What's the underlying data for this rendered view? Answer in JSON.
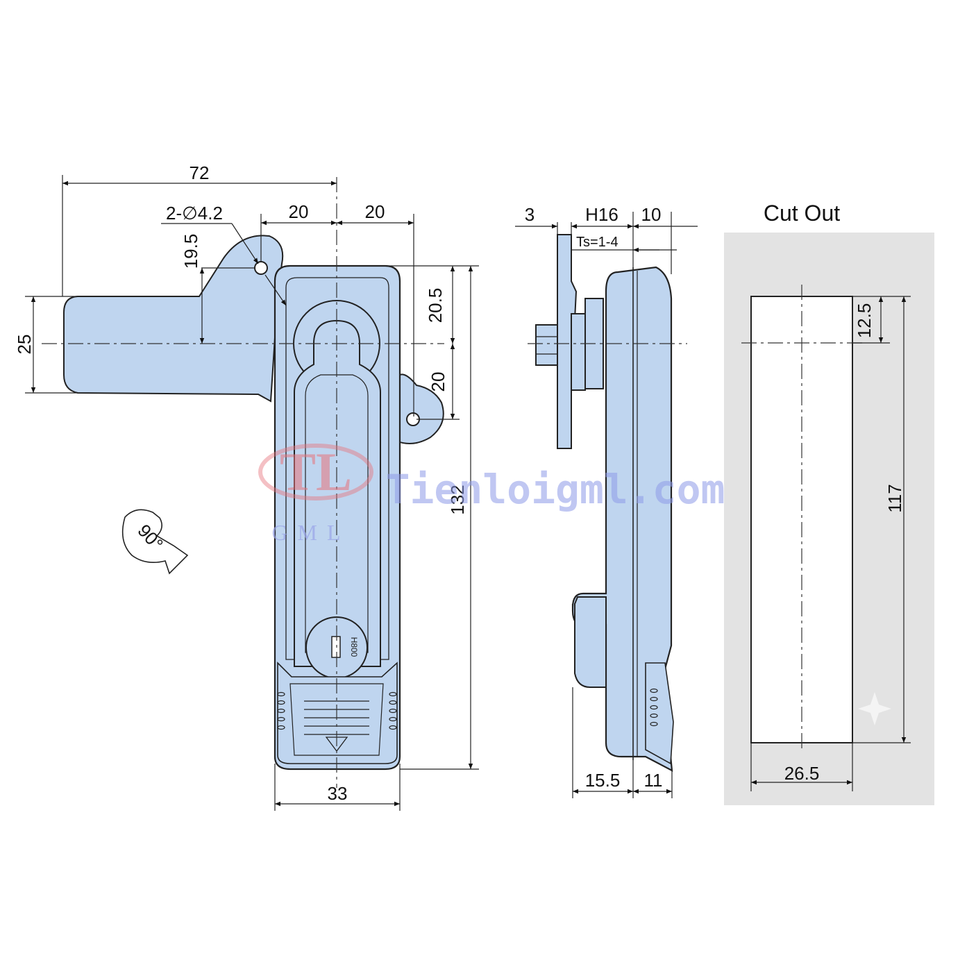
{
  "colors": {
    "part_fill": "#bfd5ef",
    "part_stroke": "#222222",
    "cutout_bg": "#e3e3e3",
    "cutout_hole": "#ffffff",
    "watermark_red": "#e7737c",
    "watermark_blue": "#8e9be8"
  },
  "front_view": {
    "dim_overall_width": "72",
    "dim_hole": "2-∅4.2",
    "dim_left_offset": "20",
    "dim_right_offset": "20",
    "dim_hole_height": "19.5",
    "dim_handle_height": "25",
    "dim_top_to_center": "20.5",
    "dim_center_to_hole": "20",
    "dim_total_height": "132",
    "dim_body_width": "33",
    "rotation_label": "90°",
    "key_mark": "H800"
  },
  "side_view": {
    "dim_plate": "3",
    "dim_h": "H16",
    "dim_depth": "10",
    "dim_ts": "Ts=1-4",
    "dim_bottom_left": "15.5",
    "dim_bottom_right": "11"
  },
  "cutout": {
    "title": "Cut Out",
    "dim_top": "12.5",
    "dim_height": "117",
    "dim_width": "26.5"
  },
  "watermark": {
    "logo_letters": "TL",
    "logo_sub": "GML",
    "site": "Tienloigml.com"
  }
}
